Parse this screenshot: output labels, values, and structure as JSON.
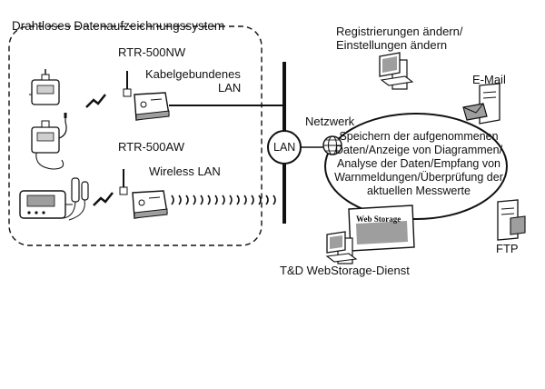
{
  "system": {
    "title": "Drahtloses Datenaufzeichnungssystem",
    "device1_name": "RTR-500NW",
    "device1_conn": "Kabelgebundenes",
    "device1_conn2": "LAN",
    "device2_name": "RTR-500AW",
    "device2_conn": "Wireless LAN"
  },
  "network": {
    "lan_label": "LAN",
    "network_label": "Netzwerk",
    "cloud_lines": [
      "Speichern der aufgenommenen",
      "Daten/Anzeige von Diagrammen/",
      "Analyse der Daten/Empfang von",
      "Warnmeldungen/Überprüfung der",
      "aktuellen Messwerte"
    ]
  },
  "clients": {
    "settings_line1": "Registrierungen ändern/",
    "settings_line2": "Einstellungen ändern",
    "email": "E-Mail",
    "ftp": "FTP",
    "webstorage_screen": "Web Storage",
    "webstorage_service": "T&D WebStorage-Dienst"
  },
  "colors": {
    "line": "#111111",
    "panel": "#ffffff",
    "shade": "#9e9e9e"
  }
}
